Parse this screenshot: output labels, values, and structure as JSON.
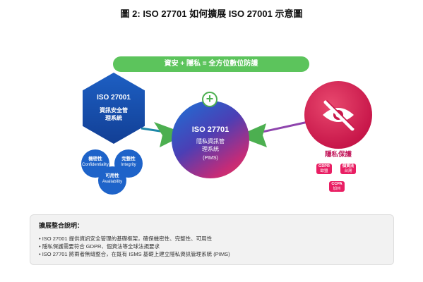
{
  "title": "圖 2: ISO 27701 如何擴展 ISO 27001 示意圖",
  "banner": "資安 + 隱私 = 全方位數位防護",
  "iso27001": {
    "name": "ISO 27001",
    "subtitle": "資訊安全管理系統",
    "cia": [
      {
        "zh": "機密性",
        "en": "Confidentiality"
      },
      {
        "zh": "完整性",
        "en": "Integrity"
      },
      {
        "zh": "可用性",
        "en": "Availability"
      }
    ]
  },
  "plus_symbol": "+",
  "iso27701": {
    "name": "ISO 27701",
    "subtitle": "隱私資訊管理系統",
    "abbr": "(PIMS)"
  },
  "privacy": {
    "icon": "eye-slash-icon",
    "label": "隱私保護",
    "regulations": [
      {
        "name": "GDPR",
        "region": "歐盟"
      },
      {
        "name": "個資法",
        "region": "台灣"
      },
      {
        "name": "CCPA",
        "region": "加州"
      }
    ]
  },
  "notes": {
    "title": "擴展整合說明：",
    "items": [
      "ISO 27001 提供資訊安全管理的基礎框架，確保機密性、完整性、可用性",
      "隱私保護需要符合 GDPR、個資法等全球法規要求",
      "ISO 27701 將兩者無縫整合，在既有 ISMS 基礎上建立隱私資訊管理系統 (PIMS)"
    ]
  },
  "colors": {
    "security_blue": "#1d5fc3",
    "privacy_red": "#c8174a",
    "privacy_label": "#c2185b",
    "banner_green": "#5cc45c",
    "arrow_green": "#4caf50",
    "connector_purple": "#8e44ad",
    "connector_teal": "#1e88a8"
  }
}
